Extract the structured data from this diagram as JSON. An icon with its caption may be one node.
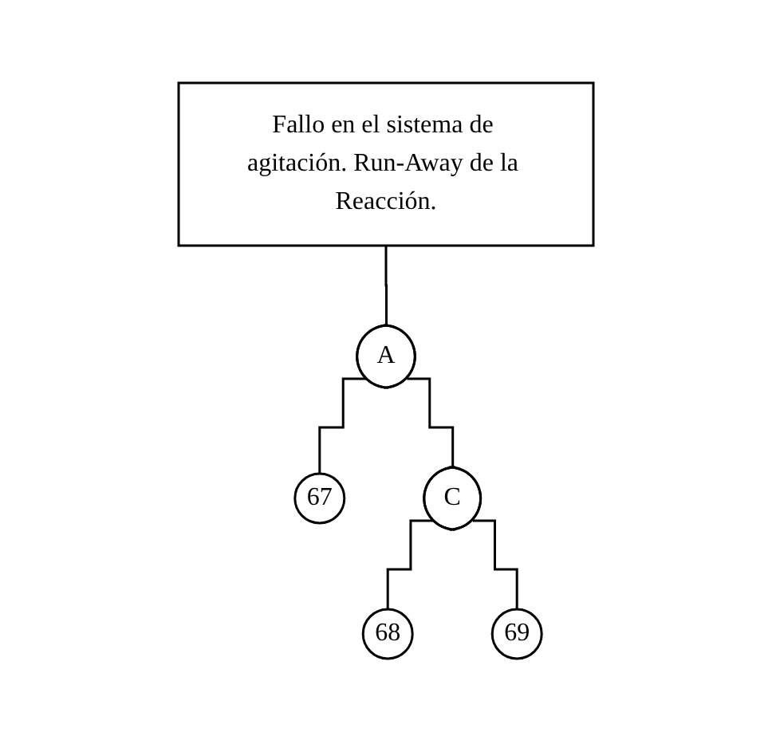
{
  "diagram": {
    "nodes": [
      {
        "text": [
          "Fallo en el sistema de agitación. Run-Away de la Reacción."
        ]
      },
      {
        "text": [
          "A"
        ]
      },
      {
        "text": [
          "67"
        ]
      },
      {
        "text": [
          "C"
        ]
      },
      {
        "text": [
          "68"
        ]
      },
      {
        "text": [
          "69"
        ]
      }
    ],
    "edges": [
      {
        "from": 0,
        "to": 1,
        "arrow": "none"
      },
      {
        "from": 1,
        "to": 2,
        "arrow": "none"
      },
      {
        "from": 1,
        "to": 3,
        "arrow": "none"
      },
      {
        "from": 3,
        "to": 4,
        "arrow": "none"
      },
      {
        "from": 3,
        "to": 5,
        "arrow": "none"
      }
    ]
  }
}
